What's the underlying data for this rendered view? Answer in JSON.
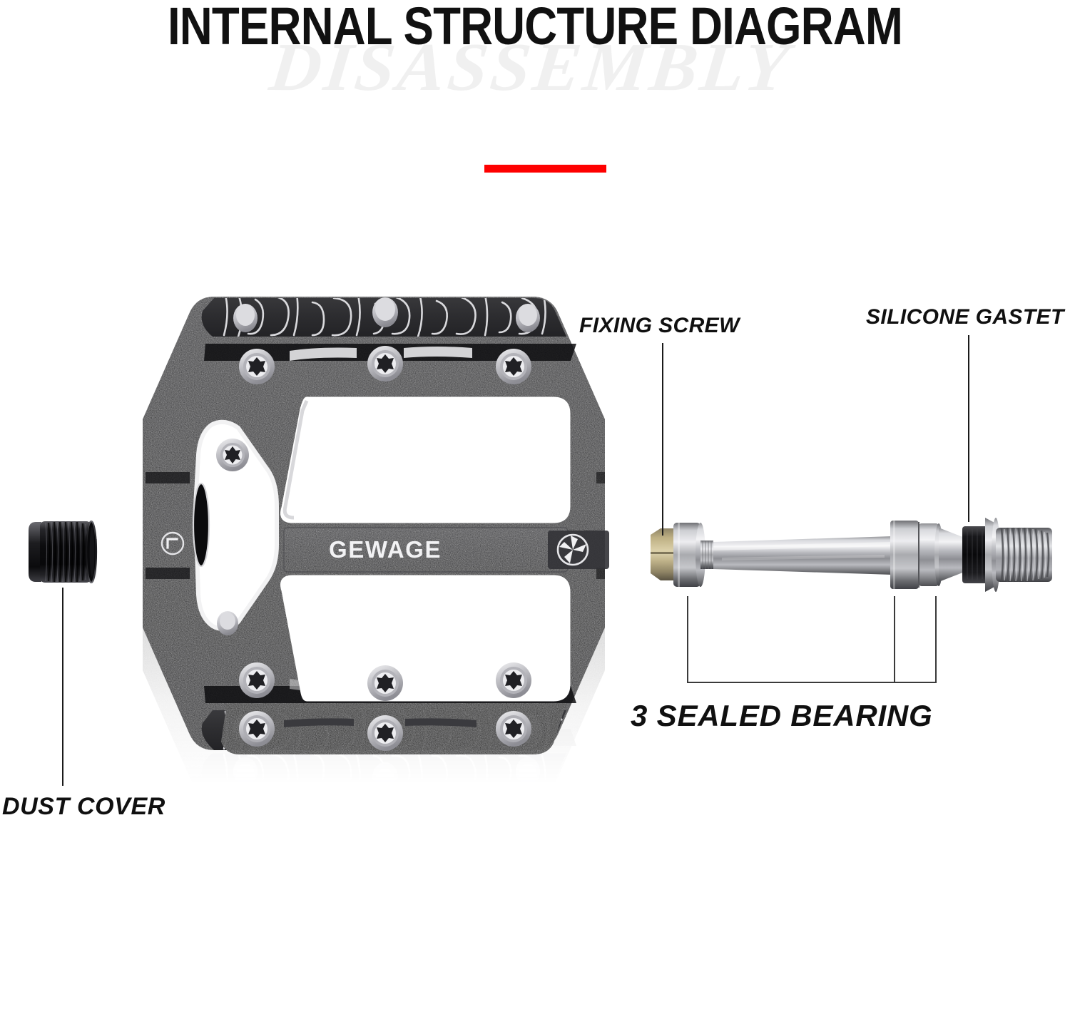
{
  "header": {
    "title": "INTERNAL STRUCTURE DIAGRAM",
    "watermark": "DISASSEMBLY",
    "accent_color": "#fe0000"
  },
  "product": {
    "brand": "GEWAGE",
    "brand_mark": "pinwheel-logo-icon",
    "side_badge": "corner-bracket-icon",
    "body_color": "#2e2e30",
    "hardware_color": "#c9c9cc",
    "accent_metal_color": "#b8a46a"
  },
  "callouts": [
    {
      "id": "fixing-screw",
      "label": "FIXING SCREW"
    },
    {
      "id": "silicone-gasket",
      "label": "SILICONE GASTET"
    },
    {
      "id": "dust-cover",
      "label": "DUST COVER"
    },
    {
      "id": "sealed-bearing",
      "label": "3 SEALED BEARING"
    }
  ],
  "parts": {
    "fixing_screw": "FIXING SCREW",
    "silicone_gasket": "SILICONE GASTET",
    "dust_cover": "DUST COVER",
    "sealed_bearing": "3 SEALED BEARING"
  }
}
